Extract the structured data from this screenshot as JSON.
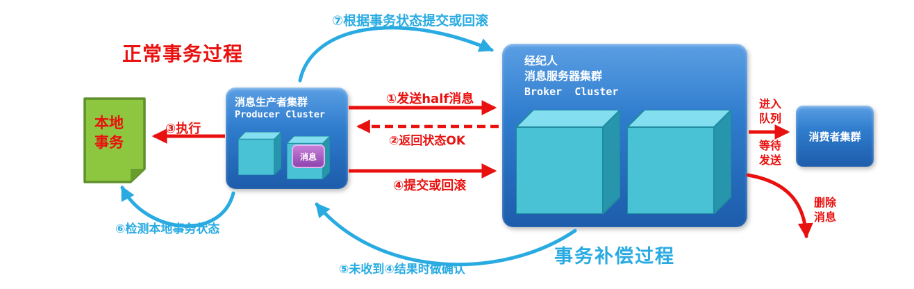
{
  "titles": {
    "normal": "正常事务过程",
    "compensation": "事务补偿过程"
  },
  "local_transaction": {
    "label": "本地\n事务"
  },
  "producer": {
    "name_cn": "消息生产者集群",
    "name_en": "Producer Cluster",
    "message_badge": "消息"
  },
  "broker": {
    "role_cn": "经纪人",
    "name_cn": "消息服务器集群",
    "name_en": "Broker  Cluster"
  },
  "consumer": {
    "label": "消费者集群"
  },
  "labels": {
    "step1": "①发送half消息",
    "step2": "②返回状态OK",
    "step3": "③执行",
    "step4": "④提交或回滚",
    "step5": "⑤未收到④结果时做确认",
    "step6": "⑥检测本地事务状态",
    "step7": "⑦根据事务状态提交或回滚",
    "enqueue": "进入\n队列",
    "wait_send": "等待\n发送",
    "delete_message": "删除\n消息"
  },
  "colors": {
    "red": "#e8110f",
    "cyan": "#29abe2",
    "box_blue": "#2f7ccd",
    "note_green": "#8dc63f"
  }
}
